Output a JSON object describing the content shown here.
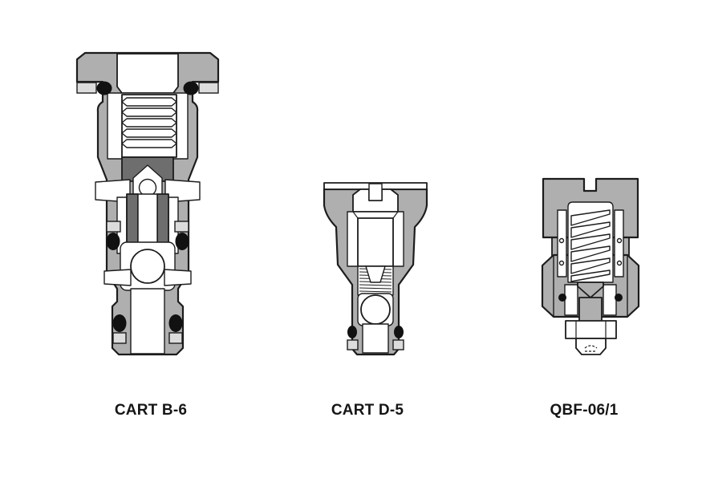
{
  "figures": [
    {
      "id": "cart-b6",
      "label": "CART B-6"
    },
    {
      "id": "cart-d5",
      "label": "CART D-5"
    },
    {
      "id": "qbf-06-1",
      "label": "QBF-06/1"
    }
  ],
  "colors": {
    "body_gray": "#afafaf",
    "dark_gray": "#6e6e6e",
    "backup_ring_gray": "#dcdcdc",
    "outline_black": "#1c1c1c",
    "oring_black": "#111111",
    "white": "#ffffff"
  }
}
